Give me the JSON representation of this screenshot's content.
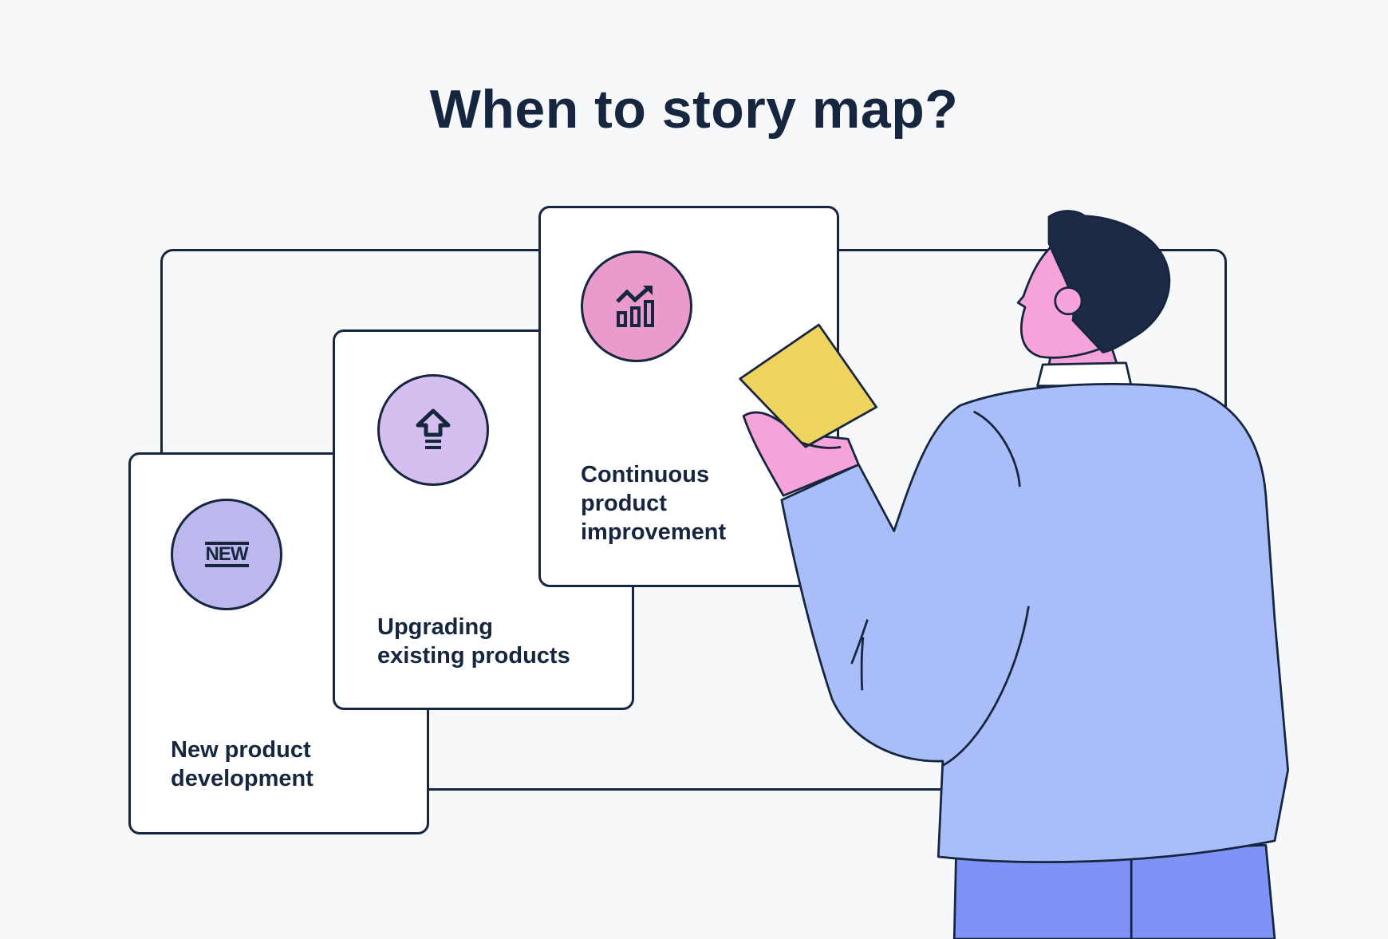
{
  "title": "When to story map?",
  "cards": [
    {
      "label_line1": "New product",
      "label_line2": "development",
      "icon": "new-badge-icon",
      "badge_text": "NEW",
      "circle_color": "#bcb8ee"
    },
    {
      "label_line1": "Upgrading",
      "label_line2": "existing products",
      "icon": "upgrade-arrow-icon",
      "circle_color": "#d4bff0"
    },
    {
      "label_line1": "Continuous",
      "label_line2": "product",
      "label_line3": "improvement",
      "icon": "growth-chart-icon",
      "circle_color": "#e99ccb"
    }
  ],
  "colors": {
    "ink": "#16263f",
    "background": "#f7f8fa",
    "shirt": "#a9bdf8",
    "pants": "#7f92f5",
    "skin": "#f5a3d8",
    "sticky_note": "#efd35f"
  }
}
